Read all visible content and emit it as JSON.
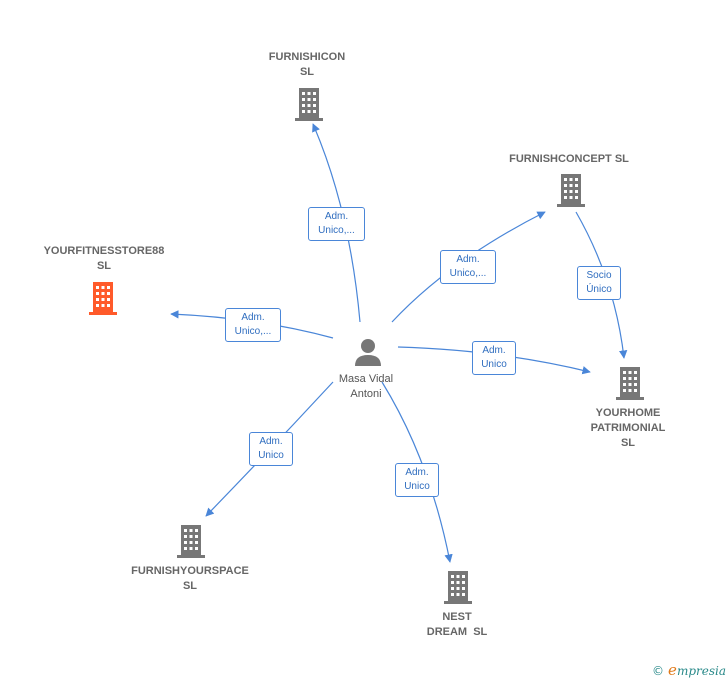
{
  "center": {
    "name_line1": "Masa Vidal",
    "name_line2": "Antoni"
  },
  "companies": [
    {
      "id": "furnishicon",
      "lines": [
        "FURNISHICON",
        "SL"
      ],
      "color": "#777777"
    },
    {
      "id": "furnishconcept",
      "lines": [
        "FURNISHCONCEPT SL"
      ],
      "color": "#777777"
    },
    {
      "id": "yourfitnessstore88",
      "lines": [
        "YOURFITNESSTORE88",
        "SL"
      ],
      "color": "#ff5a2a"
    },
    {
      "id": "yourhome",
      "lines": [
        "YOURHOME",
        "PATRIMONIAL",
        "SL"
      ],
      "color": "#777777"
    },
    {
      "id": "furnishyourspace",
      "lines": [
        "FURNISHYOURSPACE",
        "SL"
      ],
      "color": "#777777"
    },
    {
      "id": "nestdream",
      "lines": [
        "NEST",
        "DREAM  SL"
      ],
      "color": "#777777"
    }
  ],
  "edges": [
    {
      "id": "to-furnishicon",
      "lines": [
        "Adm.",
        "Unico,..."
      ]
    },
    {
      "id": "to-furnishconcept",
      "lines": [
        "Adm.",
        "Unico,..."
      ]
    },
    {
      "id": "to-yourfitnessstore88",
      "lines": [
        "Adm.",
        "Unico,..."
      ]
    },
    {
      "id": "to-yourhome",
      "lines": [
        "Adm.",
        "Unico"
      ]
    },
    {
      "id": "concept-to-yourhome",
      "lines": [
        "Socio",
        "Único"
      ]
    },
    {
      "id": "to-furnishyourspace",
      "lines": [
        "Adm.",
        "Unico"
      ]
    },
    {
      "id": "to-nestdream",
      "lines": [
        "Adm.",
        "Unico"
      ]
    }
  ],
  "brand": {
    "copyright": "©",
    "e_letter": "e",
    "rest": "mpresia"
  },
  "colors": {
    "edge": "#4a86d8",
    "building": "#777777",
    "highlight": "#ff5a2a",
    "person": "#777777"
  }
}
